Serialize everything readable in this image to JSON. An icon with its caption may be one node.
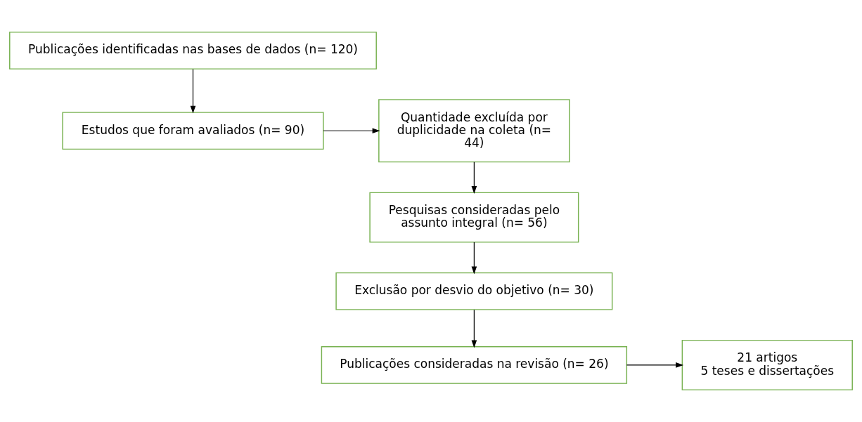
{
  "diagram": {
    "nodes": [
      {
        "text": [
          "Publicações identificadas nas bases de dados (n= 120)"
        ]
      },
      {
        "text": [
          "Estudos que foram avaliados (n= 90)"
        ]
      },
      {
        "text": [
          "Quantidade excluída por duplicidade na coleta (n= 44)"
        ]
      },
      {
        "text": [
          "Exclusão por desvio do objetivo (n= 30)"
        ]
      },
      {
        "text": [
          "Pesquisas consideradas pelo assunto integral (n= 56)"
        ]
      },
      {
        "text": [
          "Publicações consideradas na revisão (n= 26)"
        ]
      },
      {
        "text": [
          "21 artigos",
          "5 teses e dissertações"
        ]
      }
    ],
    "edges": [
      {
        "from": 0,
        "to": 1,
        "arrow": "to"
      },
      {
        "from": 1,
        "to": 2,
        "arrow": "to"
      },
      {
        "from": 2,
        "to": 4,
        "arrow": "to"
      },
      {
        "from": 4,
        "to": 3,
        "arrow": "to"
      },
      {
        "from": 3,
        "to": 5,
        "arrow": "to"
      },
      {
        "from": 5,
        "to": 6,
        "arrow": "to"
      }
    ]
  }
}
